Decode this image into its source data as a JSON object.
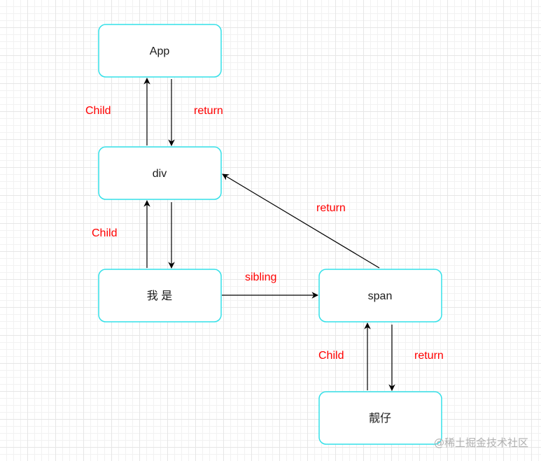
{
  "nodes": {
    "app": {
      "label": "App"
    },
    "div": {
      "label": "div"
    },
    "woshi": {
      "label": "我 是"
    },
    "span": {
      "label": "span"
    },
    "liangzai": {
      "label": "靓仔"
    }
  },
  "edges": {
    "div_to_app": {
      "label": "Child"
    },
    "app_to_div": {
      "label": "return"
    },
    "woshi_to_div": {
      "label": "Child"
    },
    "span_to_div": {
      "label": "return"
    },
    "woshi_to_span": {
      "label": "sibling"
    },
    "liangzai_to_span": {
      "label": "Child"
    },
    "span_to_liangzai": {
      "label": "return"
    }
  },
  "watermark": "@稀土掘金技术社区",
  "colors": {
    "node_border": "#33e0e8",
    "edge_label": "#ff0000",
    "edge_line": "#000000"
  }
}
